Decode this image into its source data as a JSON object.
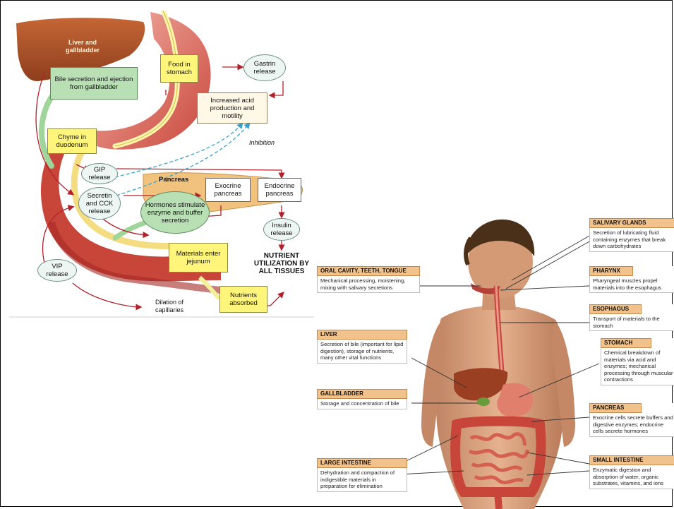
{
  "left_diagram": {
    "liver_label": "Liver and gallbladder",
    "bile": "Bile secretion and ejection from gallbladder",
    "food": "Food in stomach",
    "gastrin": "Gastrin release",
    "acid": "Increased acid production and motility",
    "inhibition": "Inhibition",
    "chyme": "Chyme in duodenum",
    "gip": "GIP release",
    "secretin": "Secretin and CCK release",
    "pancreas": "Pancreas",
    "exocrine": "Exocrine pancreas",
    "endocrine": "Endocrine pancreas",
    "hormones": "Hormones stimulate enzyme and buffer secretion",
    "insulin": "Insulin release",
    "vip": "VIP release",
    "jejunum": "Materials enter jejunum",
    "nutrient_util": "NUTRIENT UTILIZATION BY ALL TISSUES",
    "nutrients": "Nutrients absorbed",
    "dilation": "Dilation of capillaries"
  },
  "right_diagram": {
    "labels": [
      {
        "id": "salivary",
        "title": "SALIVARY GLANDS",
        "body": "Secretion of lubricating fluid containing enzymes that break down carbohydrates"
      },
      {
        "id": "oral",
        "title": "ORAL CAVITY, TEETH, TONGUE",
        "body": "Mechanical processing, moistening, mixing with salivary secretions"
      },
      {
        "id": "pharynx",
        "title": "PHARYNX",
        "body": "Pharyngeal muscles propel materials into the esophagus"
      },
      {
        "id": "esophagus",
        "title": "ESOPHAGUS",
        "body": "Transport of materials to the stomach"
      },
      {
        "id": "liver",
        "title": "LIVER",
        "body": "Secretion of bile (important for lipid digestion), storage of nutrients, many other vital functions"
      },
      {
        "id": "stomach",
        "title": "STOMACH",
        "body": "Chemical breakdown of materials via acid and enzymes; mechanical processing through muscular contractions"
      },
      {
        "id": "gallbladder",
        "title": "GALLBLADDER",
        "body": "Storage and concentration of bile"
      },
      {
        "id": "pancreas",
        "title": "PANCREAS",
        "body": "Exocrine cells secrete buffers and digestive enzymes; endocrine cells secrete hormones"
      },
      {
        "id": "large",
        "title": "LARGE INTESTINE",
        "body": "Dehydration and compaction of indigestible materials in preparation for elimination"
      },
      {
        "id": "small",
        "title": "SMALL INTESTINE",
        "body": "Enzymatic digestion and absorption of water, organic substrates, vitamins, and ions"
      }
    ]
  },
  "colors": {
    "organ_red": "#c8453a",
    "stomach_pink": "#e9978a",
    "liver_brown": "#b4582e",
    "pancreas_tan": "#f1c27d",
    "box_yellow": "#fff57a",
    "box_green": "#b9dfb5",
    "label_header": "#f2c28c",
    "skin": "#d9a27c",
    "hair": "#4a3018",
    "arrow_red": "#b3202a",
    "dashed_blue": "#3aa0c8"
  }
}
